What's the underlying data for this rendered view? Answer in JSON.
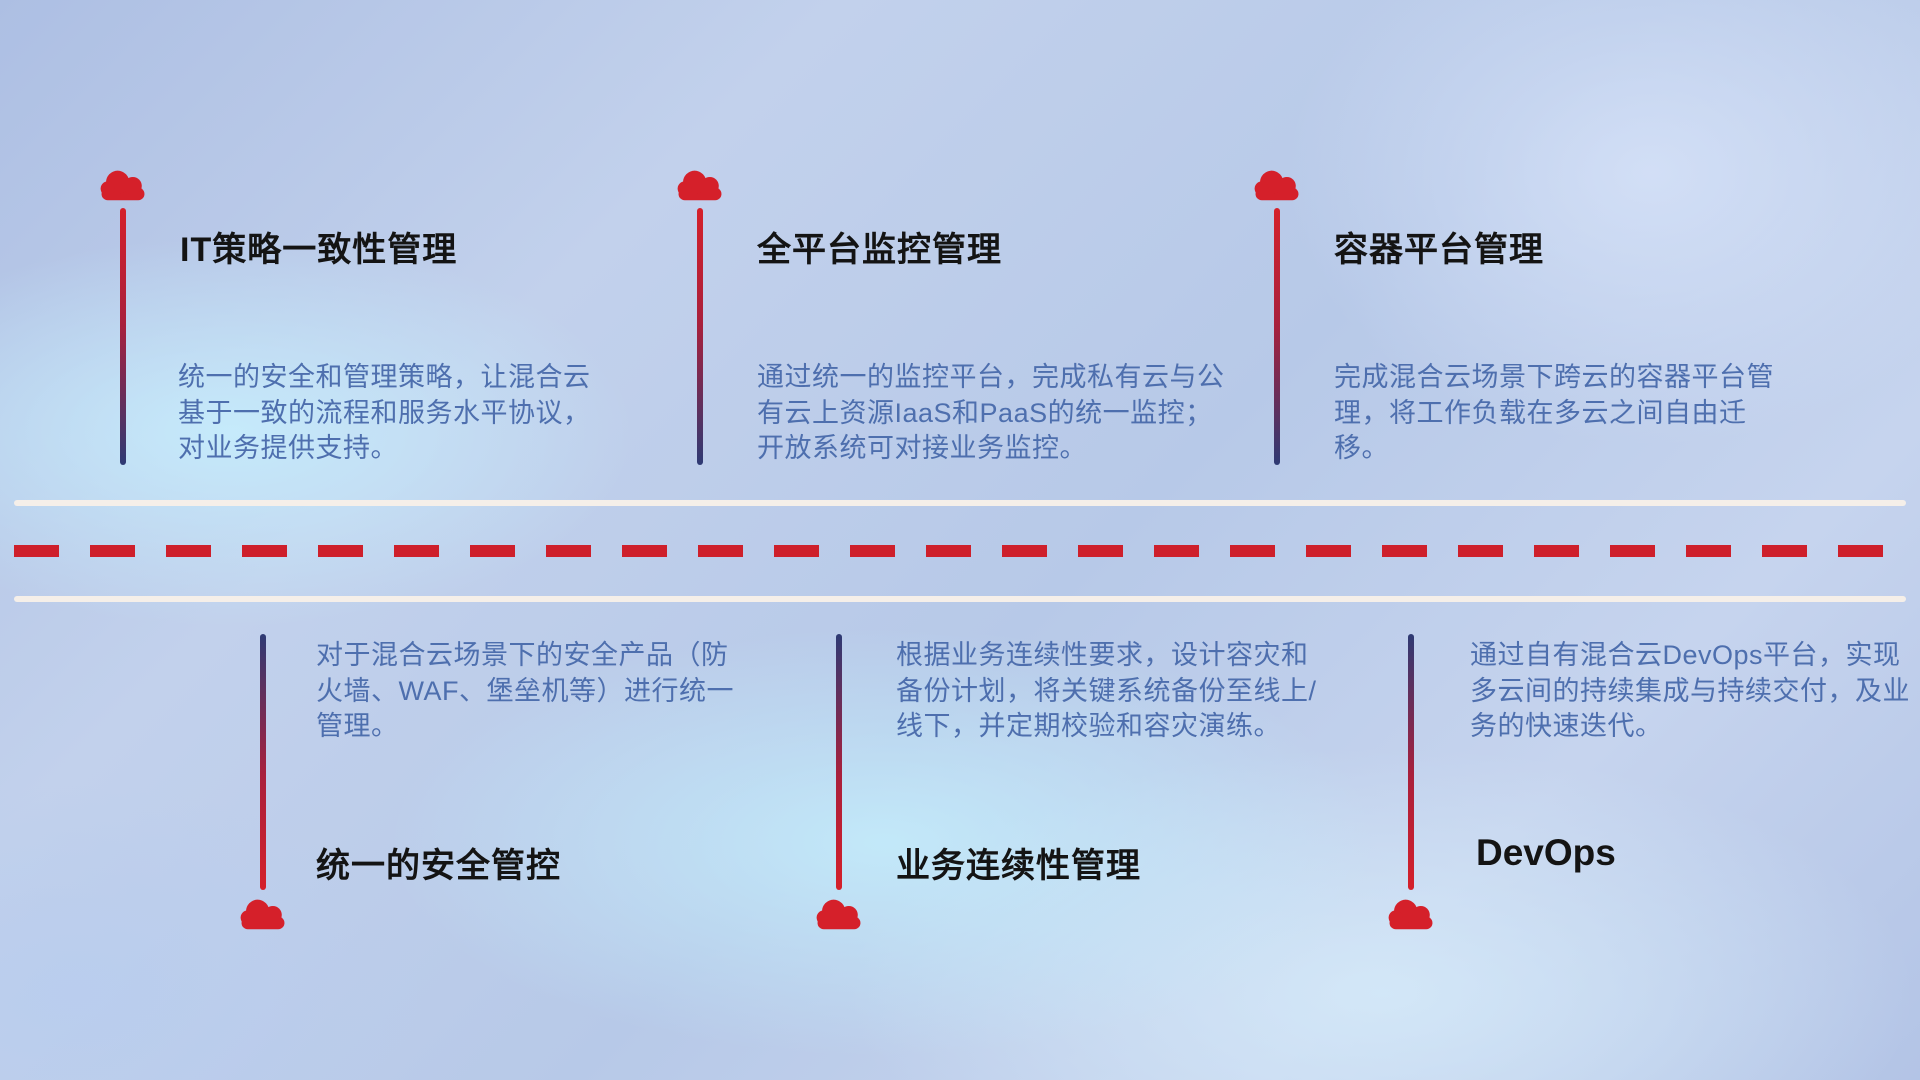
{
  "items": [
    {
      "title": "IT策略一致性管理",
      "desc": "统一的安全和管理策略，让混合云基于一致的流程和服务水平协议，对业务提供支持。",
      "position": "top"
    },
    {
      "title": "全平台监控管理",
      "desc": "通过统一的监控平台，完成私有云与公有云上资源IaaS和PaaS的统一监控；开放系统可对接业务监控。",
      "position": "top"
    },
    {
      "title": "容器平台管理",
      "desc": "完成混合云场景下跨云的容器平台管理，将工作负载在多云之间自由迁移。",
      "position": "top"
    },
    {
      "title": "统一的安全管控",
      "desc": "对于混合云场景下的安全产品（防火墙、WAF、堡垒机等）进行统一管理。",
      "position": "bottom"
    },
    {
      "title": "业务连续性管理",
      "desc": "根据业务连续性要求，设计容灾和备份计划，将关键系统备份至线上/线下，并定期校验和容灾演练。",
      "position": "bottom"
    },
    {
      "title": "DevOps",
      "desc": "通过自有混合云DevOps平台，实现多云间的持续集成与持续交付，及业务的快速迭代。",
      "position": "bottom"
    }
  ],
  "colors": {
    "accent_red": "#ce1f2b",
    "connector_navy": "#2e3a74",
    "description_text": "#4e6fae",
    "title_text": "#141414",
    "divider_cream": "#f5efe9"
  }
}
